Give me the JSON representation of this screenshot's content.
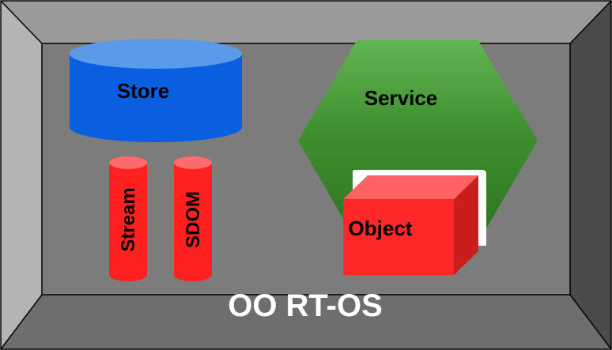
{
  "title": "OO RT-OS",
  "components": {
    "store": "Store",
    "service": "Service",
    "object": "Object",
    "stream": "Stream",
    "sdom": "SDOM"
  },
  "colors": {
    "frame_top": "#9a9a9a",
    "frame_left": "#b4b4b4",
    "frame_right": "#4a4a4a",
    "frame_bottom": "#6e6e6e",
    "inner": "#7c7c7c",
    "store_blue": "#0a5fe0",
    "service_green": "#3d8f2a",
    "object_red": "#ff2828",
    "label_white": "#ffffff"
  }
}
